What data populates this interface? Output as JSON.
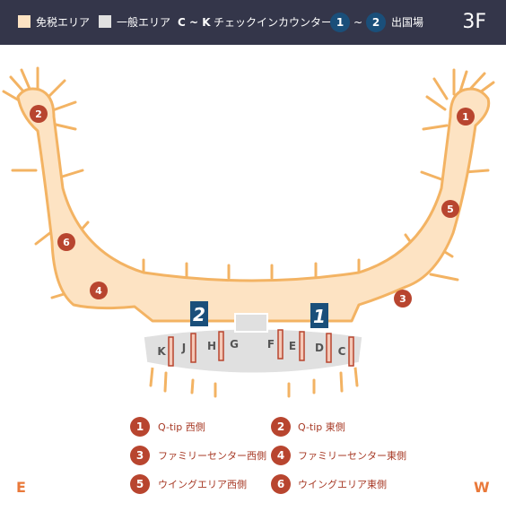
{
  "header": {
    "duty_free": "免税エリア",
    "general": "一般エリア",
    "counter_range": "C ~ K",
    "counter_label": "チェックインカウンター",
    "gate_a": "1",
    "tilde": "~",
    "gate_b": "2",
    "departure": "出国場",
    "floor": "3F"
  },
  "colors": {
    "header_bg": "#34364a",
    "duty_free": "#fde3c3",
    "general": "#e0e0e0",
    "outline": "#f3b363",
    "marker": "#b8452f",
    "gate": "#1a4f7a",
    "direction": "#e9793a"
  },
  "map": {
    "gates": [
      "2",
      "1"
    ],
    "counters": [
      "K",
      "J",
      "H",
      "G",
      "F",
      "E",
      "D",
      "C"
    ],
    "markers": [
      "2",
      "1",
      "5",
      "6",
      "4",
      "3"
    ]
  },
  "compass": {
    "left": "E",
    "right": "W"
  },
  "legend": [
    {
      "num": "1",
      "label": "Q-tip 西側"
    },
    {
      "num": "2",
      "label": "Q-tip 東側"
    },
    {
      "num": "3",
      "label": "ファミリーセンター西側"
    },
    {
      "num": "4",
      "label": "ファミリーセンター東側"
    },
    {
      "num": "5",
      "label": "ウイングエリア西側"
    },
    {
      "num": "6",
      "label": "ウイングエリア東側"
    }
  ]
}
